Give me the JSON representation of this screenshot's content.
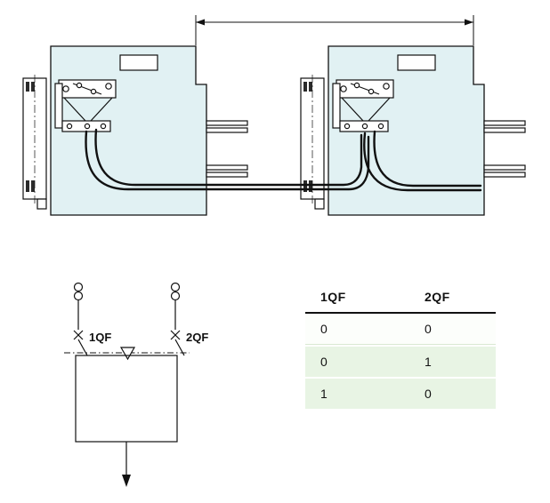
{
  "diagram": {
    "breakers": [
      {
        "label": "1QF"
      },
      {
        "label": "2QF"
      }
    ]
  },
  "truth_table": {
    "headers": [
      "1QF",
      "2QF"
    ],
    "rows": [
      [
        "0",
        "0"
      ],
      [
        "0",
        "1"
      ],
      [
        "1",
        "0"
      ]
    ]
  },
  "colors": {
    "panel_fill": "#e1f1f3",
    "table_row_highlight": "#e8f4e4"
  }
}
